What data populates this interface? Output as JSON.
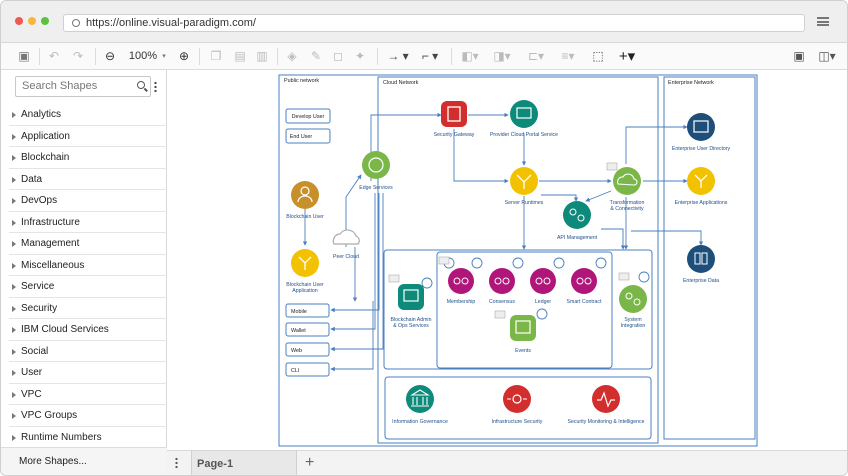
{
  "browser": {
    "url": "https://online.visual-paradigm.com/",
    "dot_colors": [
      "#ee5a52",
      "#f5b83d",
      "#5bc23e"
    ]
  },
  "toolbar": {
    "zoom": "100%",
    "icons": [
      "save-icon",
      "undo-icon",
      "redo-icon",
      "zoom-out-icon",
      "zoom-in-icon",
      "copy-icon",
      "paste-icon",
      "delete-icon",
      "fill-icon",
      "line-color-icon",
      "shadow-icon",
      "format-painter-icon",
      "connector-icon",
      "waypoint-icon",
      "arrange-icon",
      "plus-icon",
      "format-panel-icon",
      "outline-panel-icon"
    ]
  },
  "sidebar": {
    "search_placeholder": "Search Shapes",
    "categories": [
      "Analytics",
      "Application",
      "Blockchain",
      "Data",
      "DevOps",
      "Infrastructure",
      "Management",
      "Miscellaneous",
      "Service",
      "Security",
      "IBM Cloud Services",
      "Social",
      "User",
      "VPC",
      "VPC Groups",
      "Runtime Numbers"
    ],
    "more_shapes": "More Shapes..."
  },
  "pages": {
    "current": "Page-1"
  },
  "diagram": {
    "zones": {
      "public": "Public network",
      "cloud": "Cloud Network",
      "enterprise": "Enterprise Network"
    },
    "public_boxes": [
      "Develop User",
      "End User"
    ],
    "channels": [
      "Mobile",
      "Wallet",
      "Web",
      "CLI"
    ],
    "nodes": {
      "edge": "Edge Services",
      "security_gateway": "Security Gateway",
      "portal": "Provider Cloud Portal Service",
      "runtimes": "Server Runtimes",
      "transform": "Transformation\n& Connectivity",
      "api": "API Management",
      "bc_user": "Blockchain User",
      "peer_cloud": "Peer Cloud",
      "bc_app": "Blockchain User\nApplication",
      "bc_admin": "Blockchain Admin\n& Ops Services",
      "membership": "Membership",
      "consensus": "Consensus",
      "ledger": "Ledger",
      "smart_contract": "Smart Contract",
      "events": "Events",
      "sys_integration": "System\nIntegration",
      "info_gov": "Information Governance",
      "infra_sec": "Infrastructure Security",
      "sec_monitor": "Security Monitoring & Intelligence",
      "ent_dir": "Enterprise User Directory",
      "ent_apps": "Enterprise Applications",
      "ent_data": "Enterprise Data"
    },
    "colors": {
      "zone_border": "#4a7fc1",
      "green": "#7ab648",
      "red": "#d32e2e",
      "teal": "#0e8a7a",
      "yellow": "#f2c200",
      "magenta": "#b0167a",
      "blue_dark": "#1d4f7a",
      "gold": "#c7902a",
      "arrow": "#4a7fc1"
    }
  }
}
